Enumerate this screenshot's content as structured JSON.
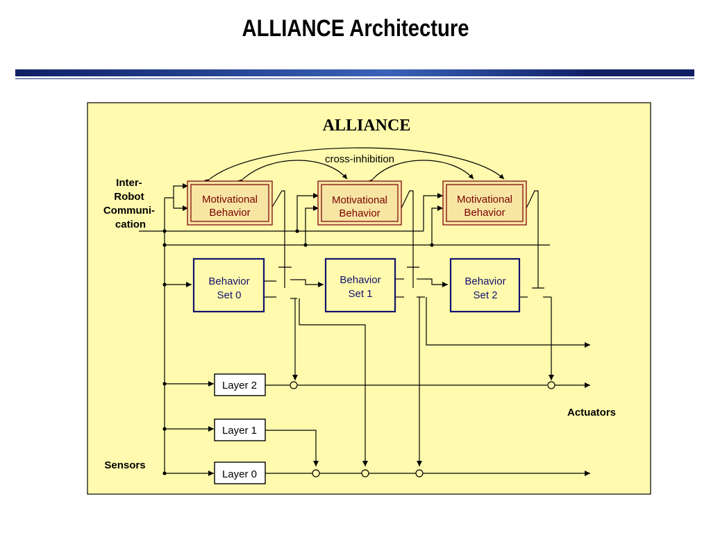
{
  "slide": {
    "title": "ALLIANCE Architecture"
  },
  "colors": {
    "panel_fill": "#fffaae",
    "motivational_border": "#8b1a1a",
    "motivational_fill": "#f7e6a3",
    "motivational_text": "#7a0000",
    "behavior_border": "#11116e",
    "behavior_text": "#11116e",
    "line": "#000000",
    "title_bar_dark": "#1a2f80"
  },
  "diagram": {
    "panel_title": "ALLIANCE",
    "cross_inhibition_label": "cross-inhibition",
    "inter_robot_label": [
      "Inter-",
      "Robot",
      "Communi-",
      "cation"
    ],
    "sensors_label": "Sensors",
    "actuators_label": "Actuators",
    "motivational_behaviors": [
      {
        "line1": "Motivational",
        "line2": "Behavior"
      },
      {
        "line1": "Motivational",
        "line2": "Behavior"
      },
      {
        "line1": "Motivational",
        "line2": "Behavior"
      }
    ],
    "behavior_sets": [
      {
        "line1": "Behavior",
        "line2": "Set 0"
      },
      {
        "line1": "Behavior",
        "line2": "Set 1"
      },
      {
        "line1": "Behavior",
        "line2": "Set 2"
      }
    ],
    "layers": [
      {
        "label": "Layer 2"
      },
      {
        "label": "Layer 1"
      },
      {
        "label": "Layer 0"
      }
    ]
  }
}
